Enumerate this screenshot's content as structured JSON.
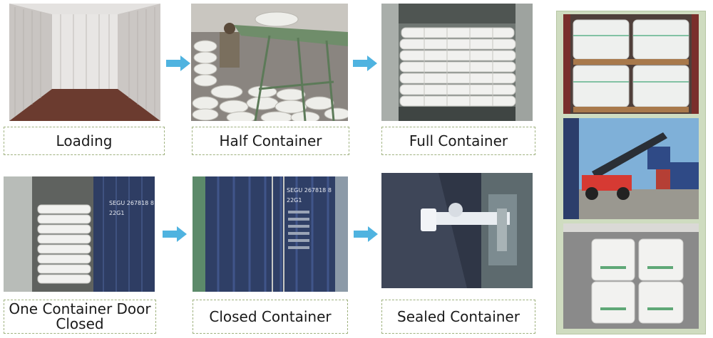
{
  "steps": [
    {
      "caption": "Loading"
    },
    {
      "caption": "Half Container"
    },
    {
      "caption": "Full Container"
    },
    {
      "caption": "One Container Door Closed"
    },
    {
      "caption": "Closed Container"
    },
    {
      "caption": "Sealed Container"
    }
  ],
  "colors": {
    "arrow": "#4fb3e0",
    "caption_border": "#9fb27f",
    "side_panel": "#cfdcc0"
  },
  "container_codes": {
    "half_open": "SEGU 267818 8",
    "closed": "SEGU 267818 8",
    "type_code": "22G1"
  }
}
